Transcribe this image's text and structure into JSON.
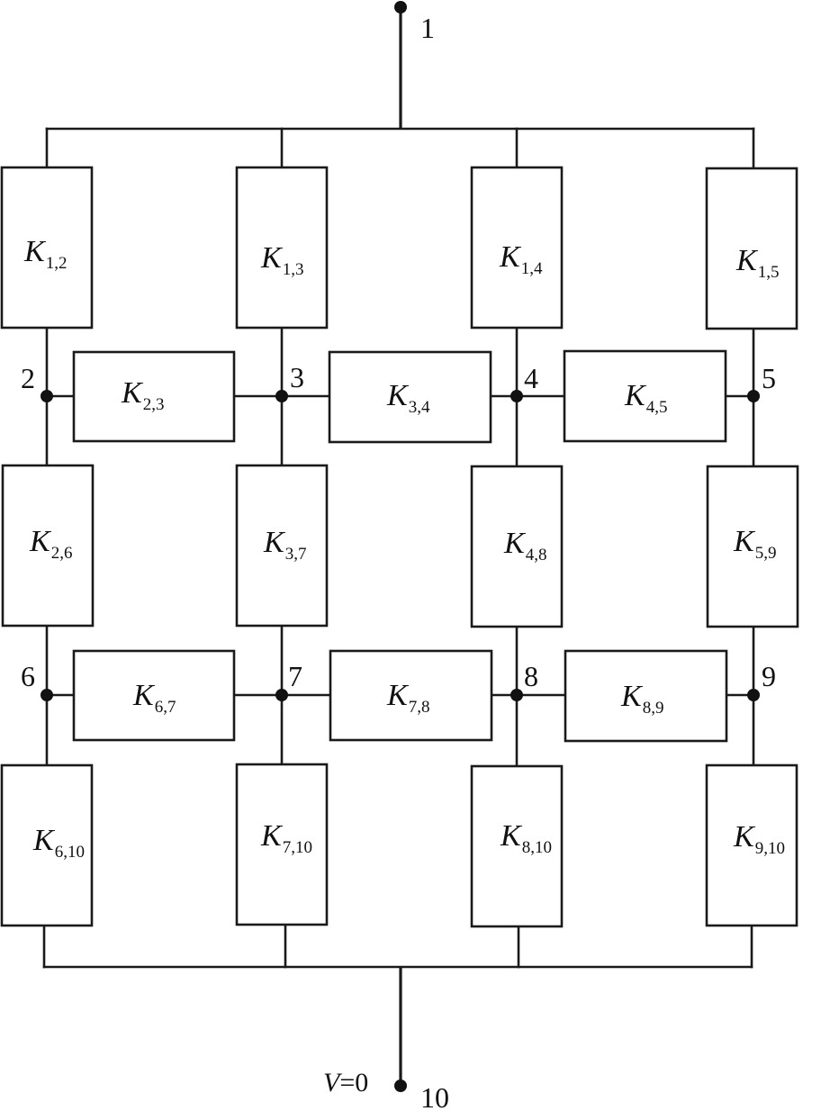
{
  "diagram": {
    "resistors": [
      {
        "id": "r-1-2",
        "letter": "K",
        "sub": "1,2"
      },
      {
        "id": "r-1-3",
        "letter": "K",
        "sub": "1,3"
      },
      {
        "id": "r-1-4",
        "letter": "K",
        "sub": "1,4"
      },
      {
        "id": "r-1-5",
        "letter": "K",
        "sub": "1,5"
      },
      {
        "id": "r-2-3",
        "letter": "K",
        "sub": "2,3"
      },
      {
        "id": "r-3-4",
        "letter": "K",
        "sub": "3,4"
      },
      {
        "id": "r-4-5",
        "letter": "K",
        "sub": "4,5"
      },
      {
        "id": "r-2-6",
        "letter": "K",
        "sub": "2,6"
      },
      {
        "id": "r-3-7",
        "letter": "K",
        "sub": "3,7"
      },
      {
        "id": "r-4-8",
        "letter": "K",
        "sub": "4,8"
      },
      {
        "id": "r-5-9",
        "letter": "K",
        "sub": "5,9"
      },
      {
        "id": "r-6-7",
        "letter": "K",
        "sub": "6,7"
      },
      {
        "id": "r-7-8",
        "letter": "K",
        "sub": "7,8"
      },
      {
        "id": "r-8-9",
        "letter": "K",
        "sub": "8,9"
      },
      {
        "id": "r-6-10",
        "letter": "K",
        "sub": "6,10"
      },
      {
        "id": "r-7-10",
        "letter": "K",
        "sub": "7,10"
      },
      {
        "id": "r-8-10",
        "letter": "K",
        "sub": "8,10"
      },
      {
        "id": "r-9-10",
        "letter": "K",
        "sub": "9,10"
      }
    ],
    "nodes": [
      {
        "id": "node-1",
        "label": "1"
      },
      {
        "id": "node-2",
        "label": "2"
      },
      {
        "id": "node-3",
        "label": "3"
      },
      {
        "id": "node-4",
        "label": "4"
      },
      {
        "id": "node-5",
        "label": "5"
      },
      {
        "id": "node-6",
        "label": "6"
      },
      {
        "id": "node-7",
        "label": "7"
      },
      {
        "id": "node-8",
        "label": "8"
      },
      {
        "id": "node-9",
        "label": "9"
      },
      {
        "id": "node-10",
        "label": "10"
      }
    ],
    "ground": {
      "var": "V",
      "value": "=0"
    }
  }
}
